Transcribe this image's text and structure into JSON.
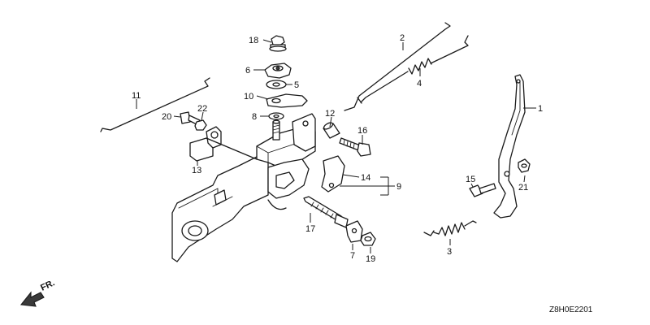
{
  "diagram_code": "Z8H0E2201",
  "front_marker": "FR.",
  "callouts": [
    {
      "id": "c18",
      "number": "18"
    },
    {
      "id": "c6",
      "number": "6"
    },
    {
      "id": "c5",
      "number": "5"
    },
    {
      "id": "c10",
      "number": "10"
    },
    {
      "id": "c8",
      "number": "8"
    },
    {
      "id": "c2",
      "number": "2"
    },
    {
      "id": "c4",
      "number": "4"
    },
    {
      "id": "c12",
      "number": "12"
    },
    {
      "id": "c16",
      "number": "16"
    },
    {
      "id": "c1",
      "number": "1"
    },
    {
      "id": "c11",
      "number": "11"
    },
    {
      "id": "c20",
      "number": "20"
    },
    {
      "id": "c22",
      "number": "22"
    },
    {
      "id": "c13",
      "number": "13"
    },
    {
      "id": "c14",
      "number": "14"
    },
    {
      "id": "c9",
      "number": "9"
    },
    {
      "id": "c15",
      "number": "15"
    },
    {
      "id": "c21",
      "number": "21"
    },
    {
      "id": "c17",
      "number": "17"
    },
    {
      "id": "c7",
      "number": "7"
    },
    {
      "id": "c19",
      "number": "19"
    },
    {
      "id": "c3",
      "number": "3"
    }
  ]
}
